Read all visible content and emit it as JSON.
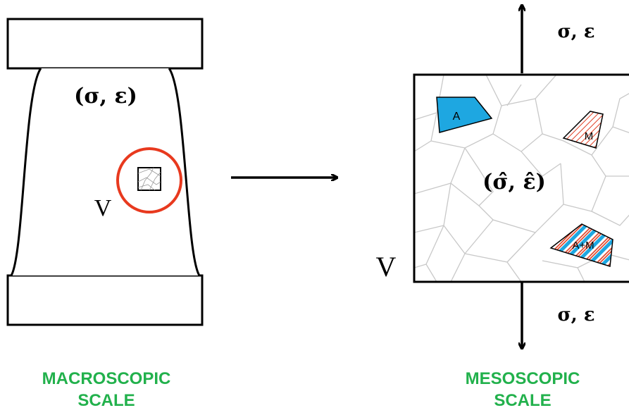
{
  "macro": {
    "stress_label": "(σ, ε)",
    "volume_label": "V",
    "caption_line1": "MACROSCOPIC",
    "caption_line2": "SCALE"
  },
  "meso": {
    "top_load_label": "σ, ε",
    "bottom_load_label": "σ, ε",
    "local_label": "(σ̂, ε̂)",
    "volume_label": "V",
    "grain_austenite_label": "A",
    "grain_martensite_label": "M",
    "grain_mixed_label": "A+M",
    "caption_line1": "MESOSCOPIC",
    "caption_line2": "SCALE"
  },
  "colors": {
    "austenite": "#1ea7e1",
    "martensite_hatch": "#e03a1e",
    "highlight_circle": "#e8391e",
    "caption": "#22b14c",
    "grain_boundary": "#c8c8c8"
  }
}
